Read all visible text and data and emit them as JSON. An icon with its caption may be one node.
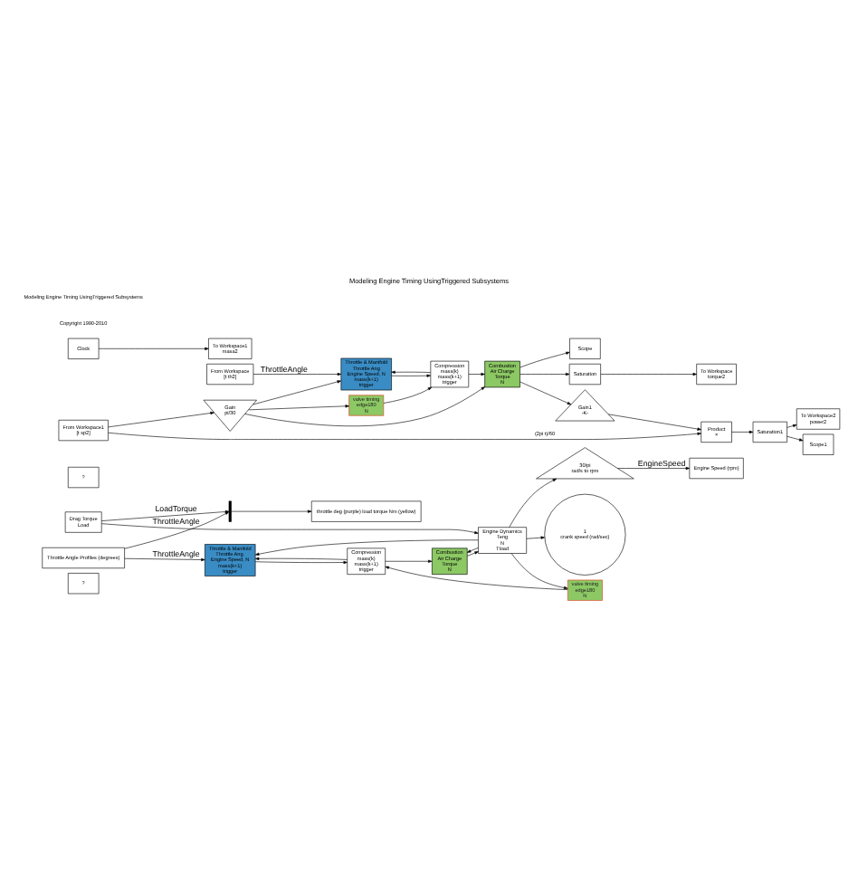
{
  "diagram": {
    "title": "Modeling Engine Timing UsingTriggered Subsystems",
    "nodes": [
      {
        "text": [
          "?"
        ]
      },
      {
        "text": [
          "Throttle Angle Profiles (degrees)"
        ]
      },
      {
        "text": [
          "Throttle & Manifold",
          "Throttle Ang.",
          "Engine Speed, N",
          "mass(k+1)",
          "trigger"
        ]
      },
      {
        "text": [
          "Compression",
          "mass(k)",
          "mass(k+1)",
          "trigger"
        ]
      },
      {
        "text": [
          "valve timing",
          "edge180",
          "N"
        ]
      },
      {
        "text": [
          "Combustion",
          "Air Charge",
          "Torque",
          "N"
        ]
      },
      {
        "text": [
          "Engine Dynamics",
          "Teng",
          "N",
          "Tload"
        ]
      },
      {
        "text": [
          "Drag Torque",
          "Load"
        ]
      },
      {
        "text": [
          "1",
          "crank speed (rad/sec)"
        ]
      },
      {
        "text": [
          "30/pi",
          "rad/s to rpm"
        ]
      },
      {
        "text": [
          "Engine Speed (rpm)"
        ]
      },
      {
        "text": [],
        "shape": "bar"
      },
      {
        "text": [
          "throttle deg (purple) load torque Nm (yellow)"
        ]
      },
      {
        "text": [
          "?"
        ]
      },
      {
        "text": [
          "From Workspace",
          "[t th2]"
        ]
      },
      {
        "text": [
          "Throttle & Manifold",
          "Throttle Ang",
          "Engine Speed, N",
          "mass(k+1)",
          "trigger"
        ]
      },
      {
        "text": [
          "Compression",
          "mass(k)",
          "mass(k+1)",
          "trigger"
        ]
      },
      {
        "text": [
          "valve timing",
          "edge180",
          "N"
        ]
      },
      {
        "text": [
          "Combustion",
          "Air Charge",
          "Torque",
          "N"
        ]
      },
      {
        "text": [
          "Gain",
          "pi/30"
        ]
      },
      {
        "text": [
          "From Workspace1",
          "[t sp2]"
        ]
      },
      {
        "text": [
          "Clock"
        ]
      },
      {
        "text": [
          "To Workspace1",
          "masa2"
        ]
      },
      {
        "text": [
          "Scope"
        ]
      },
      {
        "text": [
          "Saturation"
        ]
      },
      {
        "text": [
          "To Workspace",
          "torque2"
        ]
      },
      {
        "text": [
          "Gain1",
          "-K-"
        ],
        "beside": [
          "(2pi t)/60"
        ]
      },
      {
        "text": [
          "Product",
          "×"
        ]
      },
      {
        "text": [
          "Saturation1"
        ]
      },
      {
        "text": [
          "To Workspace2",
          "power2"
        ]
      },
      {
        "text": [
          "Scope1"
        ]
      }
    ],
    "edges": [
      {
        "from": 1,
        "to": 2,
        "arrow": "to",
        "label": "ThrottleAngle"
      },
      {
        "from": 2,
        "to": 3,
        "arrow": "to"
      },
      {
        "from": 3,
        "to": 5,
        "arrow": "to"
      },
      {
        "from": 3,
        "to": 2,
        "arrow": "to"
      },
      {
        "from": 4,
        "to": 3,
        "arrow": "to"
      },
      {
        "from": 5,
        "to": 6,
        "arrow": "to"
      },
      {
        "from": 6,
        "to": 4,
        "arrow": "to"
      },
      {
        "from": 6,
        "to": 8,
        "arrow": "to"
      },
      {
        "from": 6,
        "to": 9,
        "arrow": "to"
      },
      {
        "from": 6,
        "to": 5,
        "arrow": "to"
      },
      {
        "from": 6,
        "to": 2,
        "arrow": "to"
      },
      {
        "from": 7,
        "to": 6,
        "arrow": "to"
      },
      {
        "from": 7,
        "to": 11,
        "arrow": "to",
        "label": "LoadTorque"
      },
      {
        "from": 1,
        "to": 11,
        "arrow": "to",
        "label": "ThrottleAngle"
      },
      {
        "from": 9,
        "to": 10,
        "arrow": "to",
        "label": "EngineSpeed"
      },
      {
        "from": 11,
        "to": 12,
        "arrow": "to"
      },
      {
        "from": 14,
        "to": 15,
        "arrow": "to",
        "label": "ThrottleAngle"
      },
      {
        "from": 15,
        "to": 16,
        "arrow": "to"
      },
      {
        "from": 16,
        "to": 18,
        "arrow": "to"
      },
      {
        "from": 16,
        "to": 15,
        "arrow": "to"
      },
      {
        "from": 17,
        "to": 16,
        "arrow": "to"
      },
      {
        "from": 20,
        "to": 19,
        "arrow": "to"
      },
      {
        "from": 20,
        "to": 27,
        "arrow": "to"
      },
      {
        "from": 19,
        "to": 17,
        "arrow": "to"
      },
      {
        "from": 19,
        "to": 18,
        "arrow": "to"
      },
      {
        "from": 19,
        "to": 15,
        "arrow": "to"
      },
      {
        "from": 18,
        "to": 23,
        "arrow": "to"
      },
      {
        "from": 18,
        "to": 24,
        "arrow": "to"
      },
      {
        "from": 18,
        "to": 26,
        "arrow": "to"
      },
      {
        "from": 24,
        "to": 25,
        "arrow": "to"
      },
      {
        "from": 26,
        "to": 27,
        "arrow": "to"
      },
      {
        "from": 27,
        "to": 28,
        "arrow": "to"
      },
      {
        "from": 28,
        "to": 29,
        "arrow": "to"
      },
      {
        "from": 28,
        "to": 30,
        "arrow": "to"
      },
      {
        "from": 21,
        "to": 22,
        "arrow": "to"
      }
    ],
    "labels": [
      "Copyright 1990-2010",
      "Modeling Engine Timing UsingTriggered Subsystems"
    ]
  }
}
